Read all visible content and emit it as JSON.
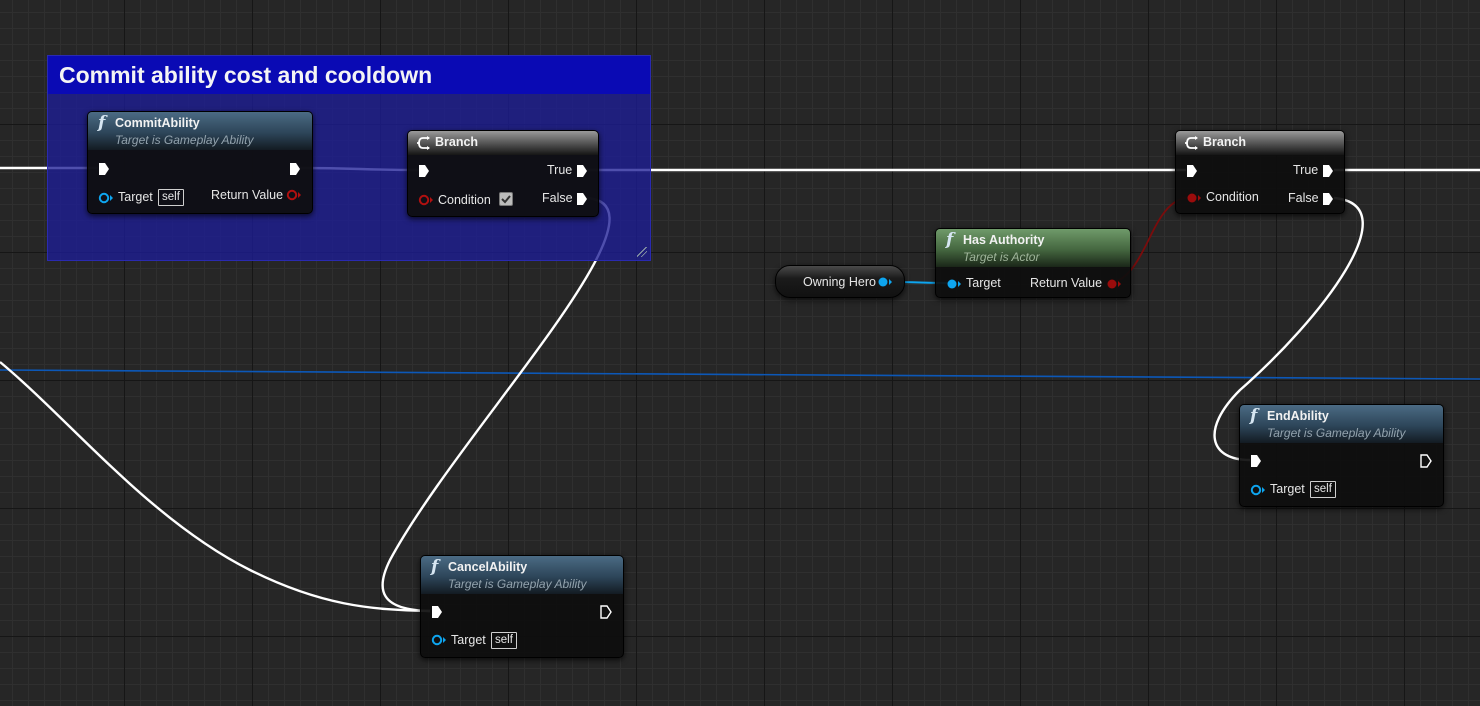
{
  "comment": {
    "title": "Commit ability cost and cooldown"
  },
  "nodes": {
    "commit_ability": {
      "title": "CommitAbility",
      "subtitle": "Target is Gameplay Ability",
      "target_label": "Target",
      "self_label": "self",
      "return_label": "Return Value"
    },
    "branch_1": {
      "title": "Branch",
      "true_label": "True",
      "false_label": "False",
      "condition_label": "Condition"
    },
    "has_authority": {
      "title": "Has Authority",
      "subtitle": "Target is Actor",
      "target_label": "Target",
      "return_label": "Return Value"
    },
    "owning_hero": {
      "label": "Owning Hero"
    },
    "branch_2": {
      "title": "Branch",
      "true_label": "True",
      "false_label": "False",
      "condition_label": "Condition"
    },
    "end_ability": {
      "title": "EndAbility",
      "subtitle": "Target is Gameplay Ability",
      "target_label": "Target",
      "self_label": "self"
    },
    "cancel_ability": {
      "title": "CancelAbility",
      "subtitle": "Target is Gameplay Ability",
      "target_label": "Target",
      "self_label": "self"
    }
  },
  "colors": {
    "exec_wire": "#ffffff",
    "object_pin": "#0ea5ef",
    "bool_pin": "#8f0a0a",
    "object_wire": "#0c58b8",
    "comment_bg": "#1e1e96",
    "comment_header": "#0a0ab4"
  },
  "icons": {
    "function": "function-f-icon",
    "branch": "branch-icon",
    "exec": "exec-pin-icon"
  }
}
